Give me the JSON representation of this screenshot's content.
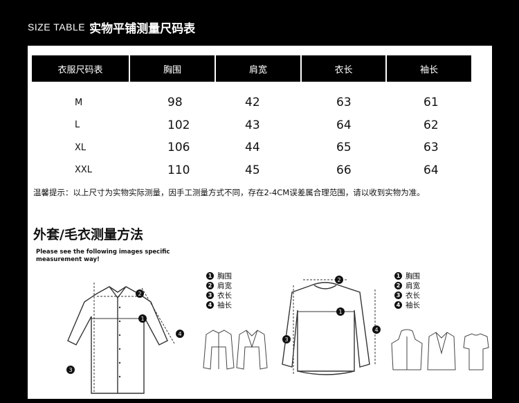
{
  "header": {
    "title_en": "SIZE TABLE",
    "title_cn": "实物平铺测量尺码表"
  },
  "table": {
    "columns": [
      "衣服尺码表",
      "胸围",
      "肩宽",
      "衣长",
      "袖长"
    ],
    "rows": [
      [
        "M",
        "98",
        "42",
        "63",
        "61"
      ],
      [
        "L",
        "102",
        "43",
        "64",
        "62"
      ],
      [
        "XL",
        "106",
        "44",
        "65",
        "63"
      ],
      [
        "XXL",
        "110",
        "45",
        "66",
        "64"
      ]
    ]
  },
  "note": "温馨提示：以上尺寸为实物实际测量，因手工测量方式不同，存在2-4CM误差属合理范围，请以收到实物为准。",
  "method": {
    "title": "外套/毛衣测量方法",
    "subtitle_line1": "Please see the following images specific",
    "subtitle_line2": "measurement way!"
  },
  "legend_left": [
    {
      "n": "1",
      "label": "胸围"
    },
    {
      "n": "2",
      "label": "肩宽"
    },
    {
      "n": "3",
      "label": "衣长"
    },
    {
      "n": "4",
      "label": "袖长"
    }
  ],
  "legend_right": [
    {
      "n": "1",
      "label": "胸围"
    },
    {
      "n": "2",
      "label": "肩宽"
    },
    {
      "n": "3",
      "label": "衣长"
    },
    {
      "n": "4",
      "label": "袖长"
    }
  ],
  "markers": {
    "m1": "1",
    "m2": "2",
    "m3": "3",
    "m4": "4"
  }
}
